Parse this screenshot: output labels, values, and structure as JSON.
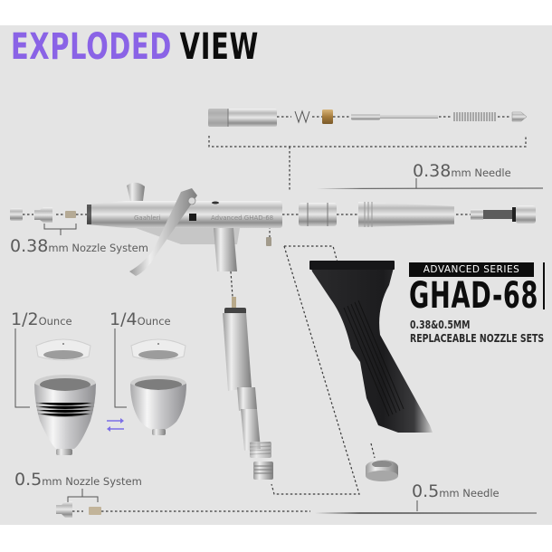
{
  "header": {
    "title_part1": "EXPLODED",
    "title_part2": "VIEW",
    "accent_color": "#8a63e6",
    "background_color": "#e4e4e4"
  },
  "product": {
    "series_badge": "ADVANCED SERIES",
    "model": "GHAD-68",
    "spec_line1": "0.38&0.5MM",
    "spec_line2": "REPLACEABLE NOZZLE SETS",
    "body_engraving_left": "Gaahleri",
    "body_engraving_right": "Advanced  GHAD-68"
  },
  "callouts": {
    "needle_038": {
      "value": "0.38",
      "unit": "mm Needle"
    },
    "nozzle_038": {
      "value": "0.38",
      "unit": "mm Nozzle System"
    },
    "cup_half": {
      "value": "1/2",
      "unit": "Ounce"
    },
    "cup_quarter": {
      "value": "1/4",
      "unit": "Ounce"
    },
    "nozzle_05": {
      "value": "0.5",
      "unit": "mm Nozzle System"
    },
    "needle_05": {
      "value": "0.5",
      "unit": "mm Needle"
    }
  },
  "components": [
    "valve-housing",
    "small-spring",
    "brass-nut",
    "needle-chucking-guide",
    "long-spring",
    "needle-chuck",
    "nozzle-cap",
    "nozzle-cover",
    "nozzle",
    "airbrush-body",
    "trigger",
    "tail-nut",
    "rear-handle",
    "needle-adjuster",
    "air-valve-assembly",
    "pistol-grip",
    "grip-ring-nut",
    "half-ounce-cup",
    "quarter-ounce-cup",
    "cup-lids",
    "needle-038",
    "needle-05",
    "nozzle-cap-05",
    "nozzle-05"
  ]
}
